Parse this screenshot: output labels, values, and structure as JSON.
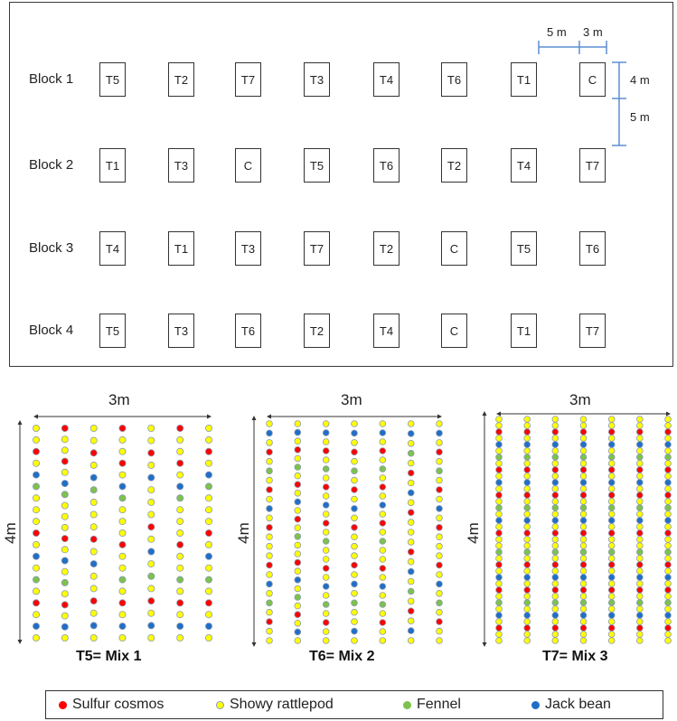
{
  "layout_plan": {
    "blocks": [
      {
        "label": "Block 1",
        "plots": [
          "T5",
          "T2",
          "T7",
          "T3",
          "T4",
          "T6",
          "T1",
          "C"
        ]
      },
      {
        "label": "Block 2",
        "plots": [
          "T1",
          "T3",
          "C",
          "T5",
          "T6",
          "T2",
          "T4",
          "T7"
        ]
      },
      {
        "label": "Block 3",
        "plots": [
          "T4",
          "T1",
          "T3",
          "T7",
          "T2",
          "C",
          "T5",
          "T6"
        ]
      },
      {
        "label": "Block 4",
        "plots": [
          "T5",
          "T3",
          "T6",
          "T2",
          "T4",
          "C",
          "T1",
          "T7"
        ]
      }
    ],
    "dimensions": {
      "gap_between_plots": "5 m",
      "plot_width": "3 m",
      "plot_length": "4 m",
      "gap_between_blocks": "5 m"
    },
    "dimension_color": "#5b8fd0"
  },
  "mix_panels": [
    {
      "title": "T5= Mix 1",
      "width_label": "3m",
      "height_label": "4m",
      "columns": [
        "YYRYBGYYYRYBYGYRYBY",
        "RYYRYBGYYYRYBYGYRYBY",
        "YYRYBGYYYRYBYYRYBY",
        "RYYRYBGYYYRYYGYRYBY",
        "YYRYBYYYRYBYGYRYBY",
        "RYYRYBGYYYRYYGYRYBY",
        "YYRYBGYYYRYBYGYRYBY"
      ]
    },
    {
      "title": "T6= Mix 2",
      "width_label": "3m",
      "height_label": "4m",
      "columns": [
        "YBYRYGYRYBYRYYYRYBYGYRYY",
        "YBYRYGYRYBYRYGYYRYBYGYRYBY",
        "YBYRYGYRYBYRYGYYRYBYGYRYY",
        "YBYRYGYRYBYRYYYRYBYGYYBY",
        "YBYRYGYRYBYRYGYYRYBYGYRYY",
        "YBYGYRYBYRYYYRYBYGYRYBY",
        "YBYRYGYRYBYRYYYRYBYGYRYY"
      ]
    },
    {
      "title": "T7= Mix 3",
      "width_label": "3m",
      "height_label": "4m",
      "columns": [
        "YYRYBYGYRYBYRYGYBYRYYGYRYBYRYGYBYRYY",
        "YYRYBYGYRYBYRYGYBYRYYGYRYBYRYGYBYRYY",
        "YYRYBYGYRYBYRYGYBYRYYGYRYBYRYGYBYRYY",
        "YYRYBYGYRYBYRYGYBYRYYGYRYBYRYGYBYRYY",
        "YYRYBYGYRYBYRYGYBYRYYGYRYBYRYGYBYRYY",
        "YYRYBYGYRYBYRYGYBYRYYGYRYBYRYGYBYRYY",
        "YYRYBYGYRYBYRYGYBYRYYGYRYBYRYGYBYRYY"
      ]
    }
  ],
  "legend": {
    "items": [
      {
        "key": "R",
        "label": "Sulfur cosmos",
        "color": "#ff0000"
      },
      {
        "key": "Y",
        "label": "Showy rattlepod",
        "color": "#ffff00"
      },
      {
        "key": "G",
        "label": "Fennel",
        "color": "#7dc24b"
      },
      {
        "key": "B",
        "label": "Jack bean",
        "color": "#1f6fc8"
      }
    ]
  },
  "dot_outline_color": "#8a9ab0"
}
